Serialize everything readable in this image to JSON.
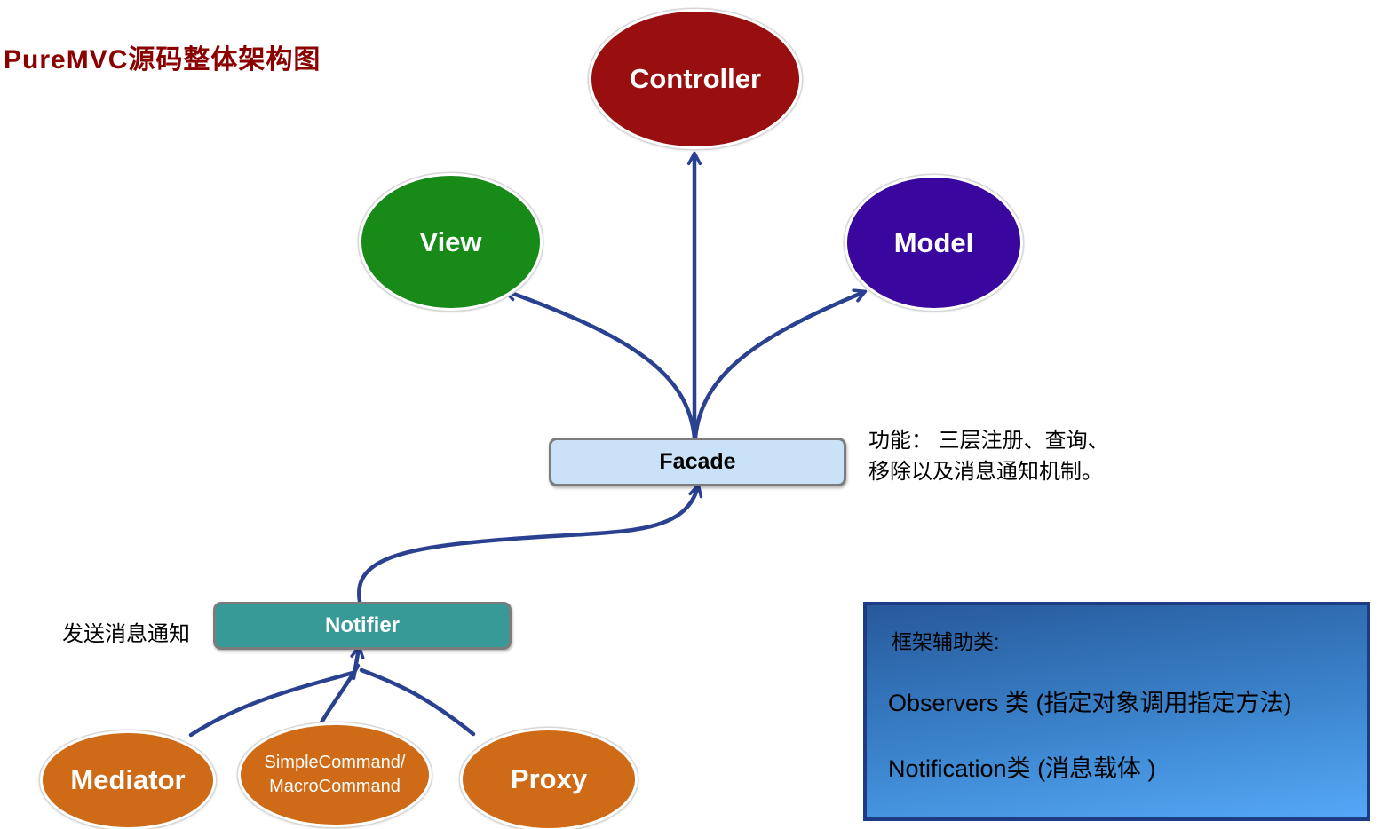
{
  "title": "PureMVC源码整体架构图",
  "title_color": "#8b0000",
  "arrow_color": "#2a4190",
  "nodes": {
    "controller": {
      "label": "Controller",
      "color": "#990f0f"
    },
    "view": {
      "label": "View",
      "color": "#178a17"
    },
    "model": {
      "label": "Model",
      "color": "#39079e"
    },
    "facade": {
      "label": "Facade",
      "color": "#c9e2f8",
      "border_color": "#7c7c7c"
    },
    "notifier": {
      "label": "Notifier",
      "color": "#379a96",
      "border_color": "#7c7c7c"
    },
    "mediator": {
      "label": "Mediator",
      "color": "#cf6a16"
    },
    "command": {
      "line1": "SimpleCommand/",
      "line2": "MacroCommand",
      "color": "#cf6a16"
    },
    "proxy": {
      "label": "Proxy",
      "color": "#cf6a16"
    }
  },
  "annotations": {
    "facade_note": {
      "line1": "功能： 三层注册、查询、",
      "line2": "移除以及消息通知机制。"
    },
    "notifier_note": "发送消息通知"
  },
  "info_box": {
    "title": "框架辅助类:",
    "items": [
      "Observers 类 (指定对象调用指定方法)",
      "Notification类 (消息载体 )"
    ],
    "gradient_top": "#27599b",
    "gradient_bottom": "#55a8f6",
    "border_color": "#1e3c86"
  }
}
